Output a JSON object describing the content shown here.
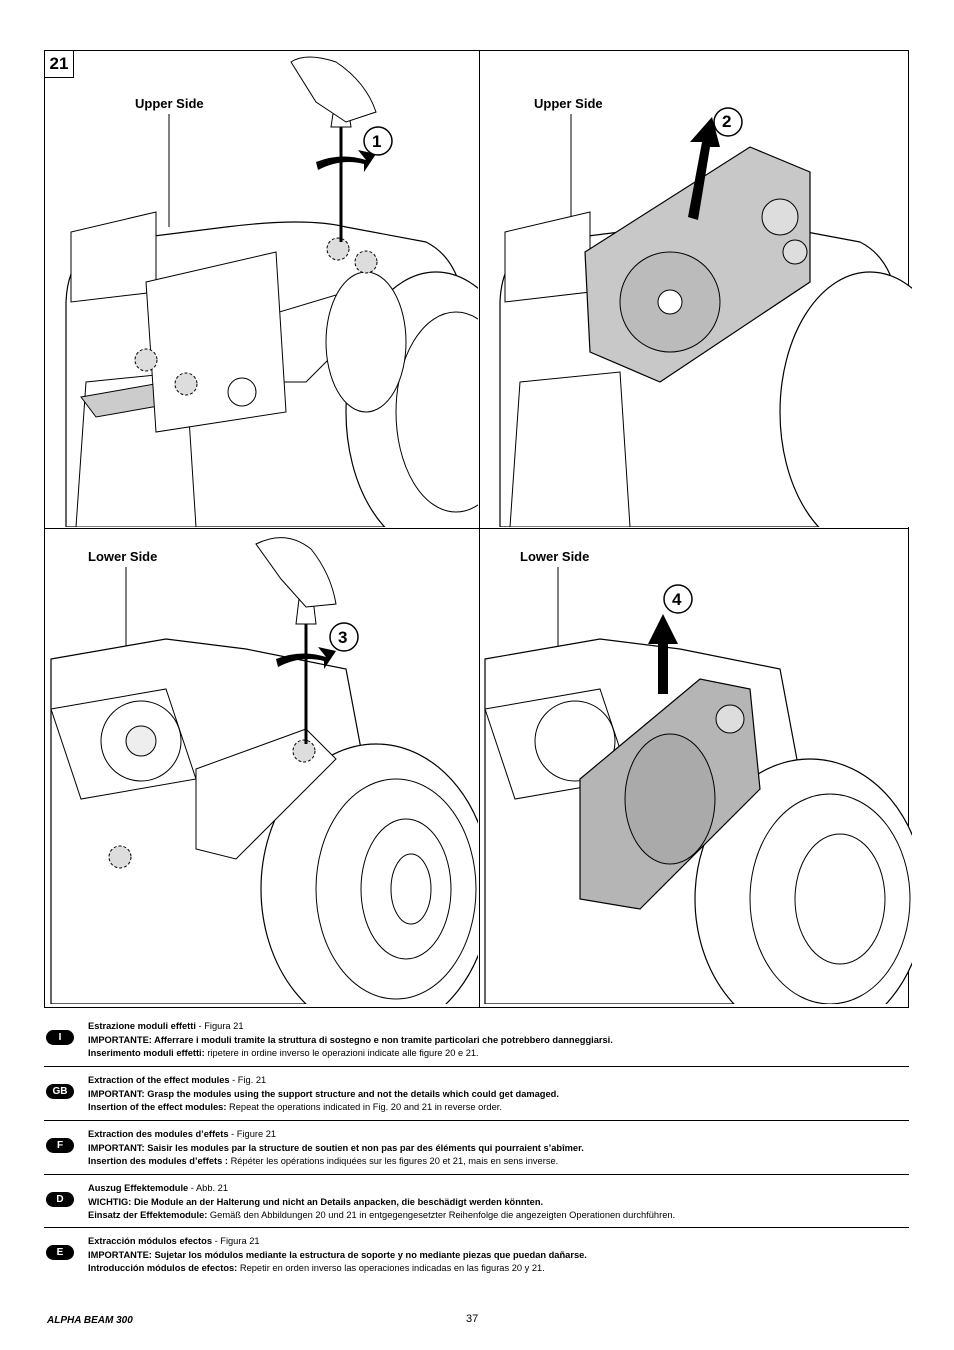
{
  "figure": {
    "number": "21",
    "panels": [
      {
        "label": "Upper Side",
        "step": "1"
      },
      {
        "label": "Upper Side",
        "step": "2"
      },
      {
        "label": "Lower Side",
        "step": "3"
      },
      {
        "label": "Lower Side",
        "step": "4"
      }
    ]
  },
  "languages": [
    {
      "badge": "I",
      "title_bold": "Estrazione moduli effetti",
      "title_rest": " - Figura 21",
      "important": "IMPORTANTE: Afferrare i moduli tramite la struttura di sostegno e non tramite particolari che potrebbero danneggiarsi.",
      "insert_bold": "Inserimento moduli effetti:",
      "insert_rest": " ripetere in ordine inverso le operazioni indicate alle figure 20 e 21."
    },
    {
      "badge": "GB",
      "title_bold": "Extraction of the effect modules",
      "title_rest": " - Fig. 21",
      "important": "IMPORTANT: Grasp the modules using the support structure and not the details which could get damaged.",
      "insert_bold": "Insertion of the effect modules:",
      "insert_rest": " Repeat the operations indicated in Fig. 20 and 21 in reverse order."
    },
    {
      "badge": "F",
      "title_bold": "Extraction des modules d’effets",
      "title_rest": " - Figure 21",
      "important": "IMPORTANT: Saisir les modules par la structure de soutien et non pas par des éléments qui pourraient s’abîmer.",
      "insert_bold": "Insertion des modules d’effets :",
      "insert_rest": " Répéter les opérations indiquées sur les figures 20 et 21, mais en sens inverse."
    },
    {
      "badge": "D",
      "title_bold": "Auszug Effektemodule",
      "title_rest": " - Abb. 21",
      "important": "WICHTIG: Die Module an der Halterung und nicht an Details anpacken, die beschädigt werden könnten.",
      "insert_bold": "Einsatz der Effektemodule:",
      "insert_rest": " Gemäß den Abbildungen 20 und 21 in entgegengesetzter Reihenfolge die angezeigten Operationen durchführen."
    },
    {
      "badge": "E",
      "title_bold": "Extracción módulos efectos",
      "title_rest": " - Figura 21",
      "important": "IMPORTANTE: Sujetar los módulos mediante la estructura de soporte y no mediante piezas que puedan dañarse.",
      "insert_bold": "Introducción módulos de efectos:",
      "insert_rest": " Repetir en orden inverso las operaciones indicadas en las figuras 20 y 21."
    }
  ],
  "footer": {
    "product": "ALPHA BEAM 300",
    "page": "37"
  }
}
